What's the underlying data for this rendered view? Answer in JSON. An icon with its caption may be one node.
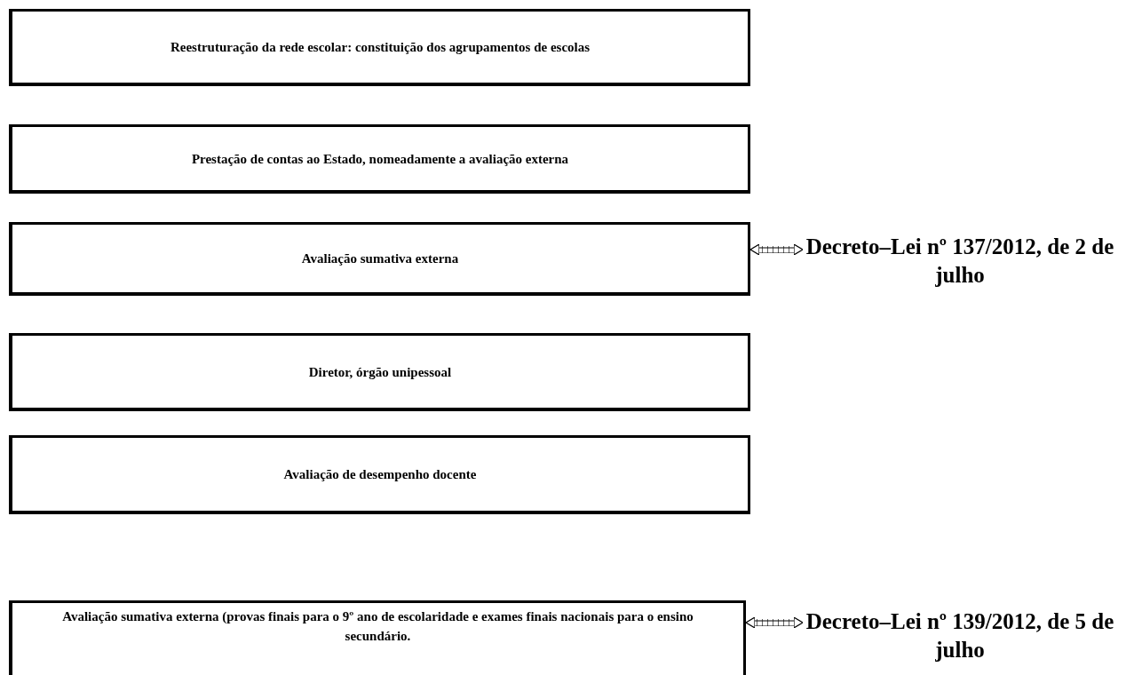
{
  "diagram": {
    "nodes": [
      {
        "text": [
          "Reestruturação da rede escolar: constituição dos agrupamentos de escolas"
        ]
      },
      {
        "text": [
          "Prestação de contas ao Estado, nomeadamente a avaliação externa"
        ]
      },
      {
        "text": [
          "Avaliação sumativa externa"
        ]
      },
      {
        "text": [
          "Decreto–Lei nº 137/2012, de 2 de julho"
        ]
      },
      {
        "text": [
          "Diretor, órgão unipessoal"
        ]
      },
      {
        "text": [
          "Avaliação de desempenho docente"
        ]
      },
      {
        "text": [
          "Avaliação sumativa externa (provas finais para o 9º ano de escolaridade e exames finais nacionais para o ensino secundário."
        ]
      },
      {
        "text": [
          "Decreto–Lei nº 139/2012, de 5 de julho"
        ]
      }
    ],
    "edges": [
      {
        "from": 2,
        "to": 3,
        "arrow": "both"
      },
      {
        "from": 6,
        "to": 7,
        "arrow": "both"
      }
    ]
  }
}
